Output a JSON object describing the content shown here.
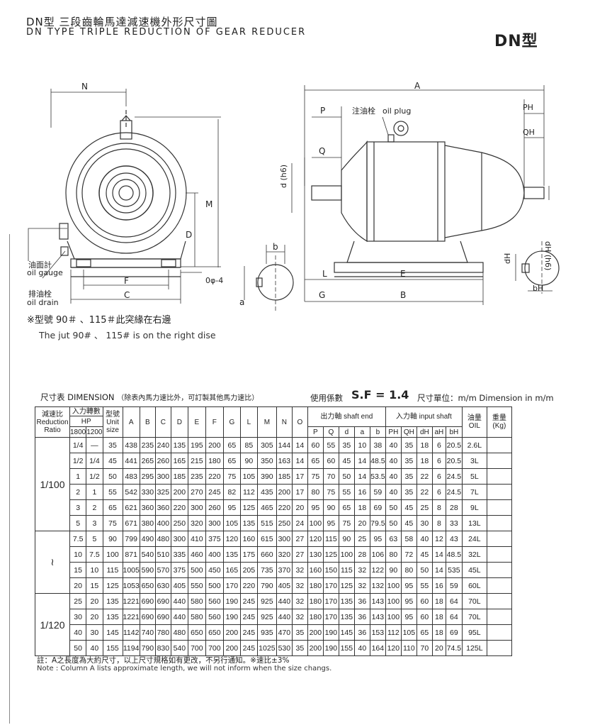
{
  "header": {
    "title_cn": "DN型 三段齒輪馬達減速機外形尺寸圖",
    "title_en": "DN TYPE TRIPLE REDUCTION OF GEAR REDUCER",
    "mark": "DN型"
  },
  "drawing": {
    "labels": {
      "N": "N",
      "M": "M",
      "D": "D",
      "F": "F",
      "C": "C",
      "phi": "0φ-4",
      "oil_gauge_cn": "油面計",
      "oil_gauge_en": "oil gauge",
      "oil_drain_cn": "排油栓",
      "oil_drain_en": "oil drain",
      "A": "A",
      "P": "P",
      "Q": "Q",
      "dh6": "d (h6)",
      "b": "b",
      "a": "a",
      "L": "L",
      "E": "E",
      "G": "G",
      "B": "B",
      "PH": "PH",
      "QH": "QH",
      "dHh6": "dH (h6)",
      "dH": "dH",
      "bH": "bH",
      "oil_plug_cn": "注油栓",
      "oil_plug_en": "oil plug"
    },
    "note_cn": "※型號 90＃ 、115＃此突緣在右邊",
    "note_en": "The jut 90# 、 115# is on the right dise"
  },
  "table_caption": {
    "title": "尺寸表 DIMENSION",
    "subtitle": "（除表內馬力速比外，可訂製其他馬力速比）",
    "sf_label": "使用係數",
    "sf_value": "S.F = 1.4",
    "unit": "尺寸單位：m/m Dimension in m/m"
  },
  "table": {
    "h_ratio": [
      "減速比",
      "Reduction",
      "Ratio"
    ],
    "h_hp": [
      "入力轉數",
      "HP"
    ],
    "h_1800": "1800",
    "h_1200": "1200",
    "h_unit": [
      "型號",
      "Unit",
      "size"
    ],
    "h_cols": [
      "A",
      "B",
      "C",
      "D",
      "E",
      "F",
      "G",
      "L",
      "M",
      "N",
      "O"
    ],
    "h_output": "出力軸 shaft end",
    "h_output_cols": [
      "P",
      "Q",
      "d",
      "a",
      "b"
    ],
    "h_input": "入力軸 input shaft",
    "h_input_cols": [
      "PH",
      "QH",
      "dH",
      "aH",
      "bH"
    ],
    "h_oil": [
      "油量",
      "OIL"
    ],
    "h_weight": [
      "重量",
      "(Kg)"
    ],
    "ratio_labels": [
      "1/100",
      "≀",
      "1/120"
    ],
    "rows": [
      [
        "1/4",
        "—",
        "35",
        "438",
        "235",
        "240",
        "135",
        "195",
        "200",
        "65",
        "85",
        "305",
        "144",
        "14",
        "60",
        "55",
        "35",
        "10",
        "38",
        "40",
        "35",
        "18",
        "6",
        "20.5",
        "2.6L",
        ""
      ],
      [
        "1/2",
        "1/4",
        "45",
        "441",
        "265",
        "260",
        "165",
        "215",
        "180",
        "65",
        "90",
        "350",
        "163",
        "14",
        "65",
        "60",
        "45",
        "14",
        "48.5",
        "40",
        "35",
        "18",
        "6",
        "20.5",
        "3L",
        ""
      ],
      [
        "1",
        "1/2",
        "50",
        "483",
        "295",
        "300",
        "185",
        "235",
        "220",
        "75",
        "105",
        "390",
        "185",
        "17",
        "75",
        "70",
        "50",
        "14",
        "53.5",
        "40",
        "35",
        "22",
        "6",
        "24.5",
        "5L",
        ""
      ],
      [
        "2",
        "1",
        "55",
        "542",
        "330",
        "325",
        "200",
        "270",
        "245",
        "82",
        "112",
        "435",
        "200",
        "17",
        "80",
        "75",
        "55",
        "16",
        "59",
        "40",
        "35",
        "22",
        "6",
        "24.5",
        "7L",
        ""
      ],
      [
        "3",
        "2",
        "65",
        "621",
        "360",
        "360",
        "220",
        "300",
        "260",
        "95",
        "125",
        "465",
        "220",
        "20",
        "95",
        "90",
        "65",
        "18",
        "69",
        "50",
        "45",
        "25",
        "8",
        "28",
        "9L",
        ""
      ],
      [
        "5",
        "3",
        "75",
        "671",
        "380",
        "400",
        "250",
        "320",
        "300",
        "105",
        "135",
        "515",
        "250",
        "24",
        "100",
        "95",
        "75",
        "20",
        "79.5",
        "50",
        "45",
        "30",
        "8",
        "33",
        "13L",
        ""
      ],
      [
        "7.5",
        "5",
        "90",
        "799",
        "490",
        "480",
        "300",
        "410",
        "375",
        "120",
        "160",
        "615",
        "300",
        "27",
        "120",
        "115",
        "90",
        "25",
        "95",
        "63",
        "58",
        "40",
        "12",
        "43",
        "24L",
        ""
      ],
      [
        "10",
        "7.5",
        "100",
        "871",
        "540",
        "510",
        "335",
        "460",
        "400",
        "135",
        "175",
        "660",
        "320",
        "27",
        "130",
        "125",
        "100",
        "28",
        "106",
        "80",
        "72",
        "45",
        "14",
        "48.5",
        "32L",
        ""
      ],
      [
        "15",
        "10",
        "115",
        "1005",
        "590",
        "570",
        "375",
        "500",
        "450",
        "165",
        "205",
        "735",
        "370",
        "32",
        "160",
        "150",
        "115",
        "32",
        "122",
        "90",
        "80",
        "50",
        "14",
        "535",
        "45L",
        ""
      ],
      [
        "20",
        "15",
        "125",
        "1053",
        "650",
        "630",
        "405",
        "550",
        "500",
        "170",
        "220",
        "790",
        "405",
        "32",
        "180",
        "170",
        "125",
        "32",
        "132",
        "100",
        "95",
        "55",
        "16",
        "59",
        "60L",
        ""
      ],
      [
        "25",
        "20",
        "135",
        "1221",
        "690",
        "690",
        "440",
        "580",
        "560",
        "190",
        "245",
        "925",
        "440",
        "32",
        "180",
        "170",
        "135",
        "36",
        "143",
        "100",
        "95",
        "60",
        "18",
        "64",
        "70L",
        ""
      ],
      [
        "30",
        "20",
        "135",
        "1221",
        "690",
        "690",
        "440",
        "580",
        "560",
        "190",
        "245",
        "925",
        "440",
        "32",
        "180",
        "170",
        "135",
        "36",
        "143",
        "100",
        "95",
        "60",
        "18",
        "64",
        "70L",
        ""
      ],
      [
        "40",
        "30",
        "145",
        "1142",
        "740",
        "780",
        "480",
        "650",
        "650",
        "200",
        "245",
        "935",
        "470",
        "35",
        "200",
        "190",
        "145",
        "36",
        "153",
        "112",
        "105",
        "65",
        "18",
        "69",
        "95L",
        ""
      ],
      [
        "50",
        "40",
        "155",
        "1194",
        "790",
        "830",
        "540",
        "700",
        "700",
        "200",
        "245",
        "1025",
        "530",
        "35",
        "200",
        "190",
        "155",
        "40",
        "164",
        "120",
        "110",
        "70",
        "20",
        "74.5",
        "125L",
        ""
      ]
    ]
  },
  "footnotes": {
    "cn": "註：A之長度為大約尺寸，以上尺寸規格如有更改，不另行通知。※速比±3%",
    "en": "Note : Column A lists approximate length, we will not inform when the size changs."
  }
}
